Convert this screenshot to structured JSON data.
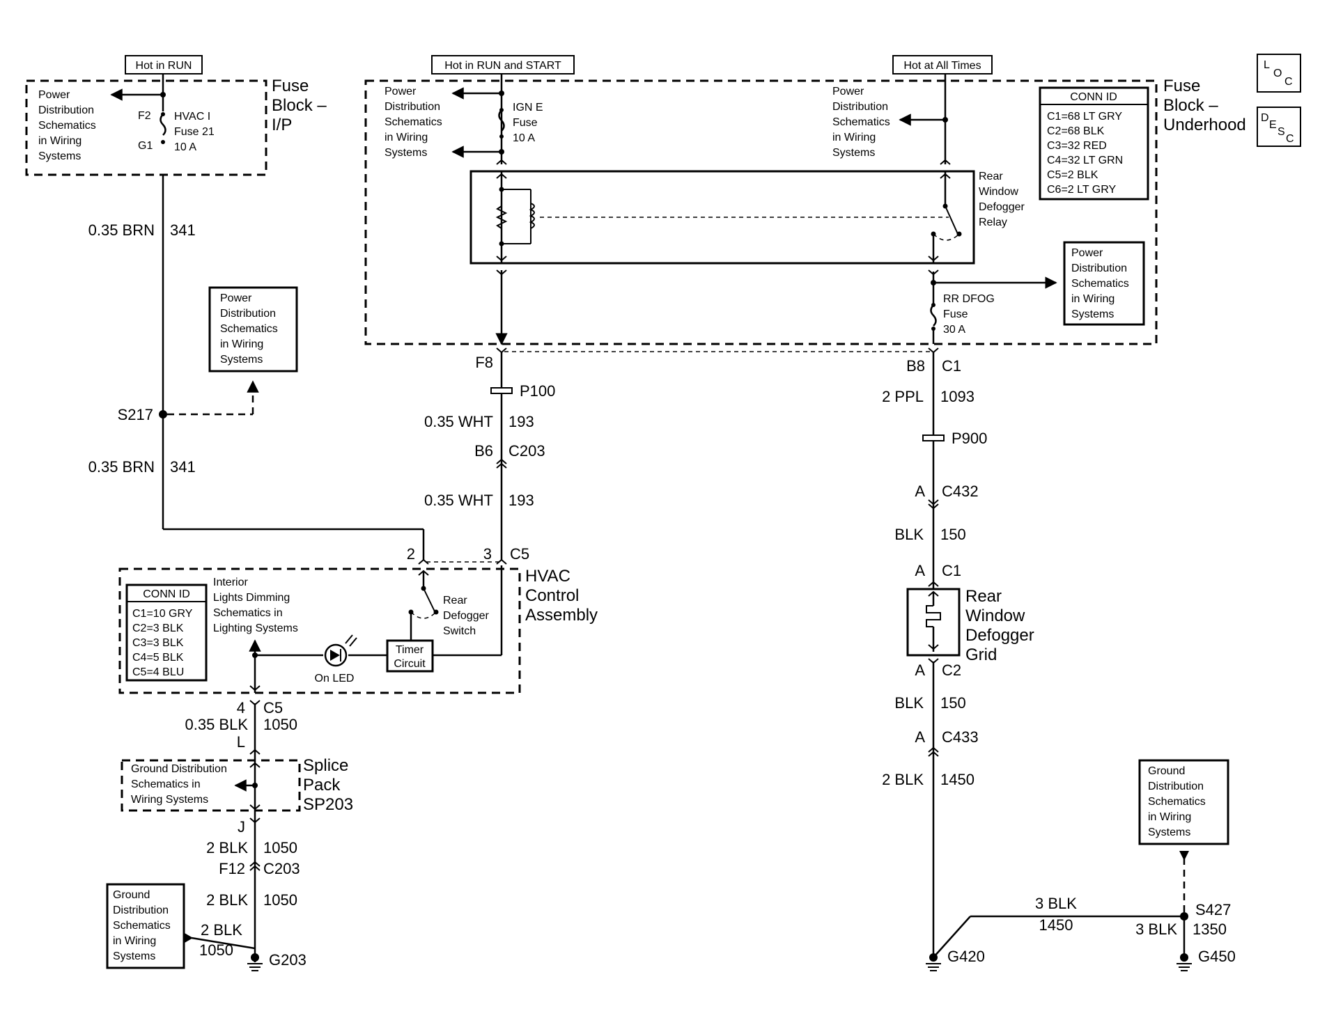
{
  "headers": {
    "run": "Hot in RUN",
    "run_start": "Hot in RUN and START",
    "all_times": "Hot at All Times"
  },
  "nav_icons": {
    "loc": [
      "L",
      "O",
      "C"
    ],
    "desc": [
      "D",
      "E",
      "S",
      "C"
    ]
  },
  "fuse_block_ip": {
    "title": [
      "Fuse",
      "Block –",
      "I/P"
    ],
    "pd_ref": [
      "Power",
      "Distribution",
      "Schematics",
      "in Wiring",
      "Systems"
    ],
    "f2": "F2",
    "g1": "G1",
    "fuse_label": [
      "HVAC I",
      "Fuse 21",
      "10 A"
    ]
  },
  "fuse_block_underhood": {
    "title": [
      "Fuse",
      "Block –",
      "Underhood"
    ],
    "pd_ref_left": [
      "Power",
      "Distribution",
      "Schematics",
      "in Wiring",
      "Systems"
    ],
    "pd_ref_right": [
      "Power",
      "Distribution",
      "Schematics",
      "in Wiring",
      "Systems"
    ],
    "ign_fuse": [
      "IGN E",
      "Fuse",
      "10 A"
    ],
    "relay_label": [
      "Rear",
      "Window",
      "Defogger",
      "Relay"
    ],
    "rr_fuse": [
      "RR DFOG",
      "Fuse",
      "30 A"
    ],
    "conn_id": {
      "title": "CONN ID",
      "items": [
        "C1=68 LT GRY",
        "C2=68 BLK",
        "C3=32 RED",
        "C4=32 LT GRN",
        "C5=2 BLK",
        "C6=2 LT GRY"
      ]
    }
  },
  "pd_boxes": {
    "mid_left": [
      "Power",
      "Distribution",
      "Schematics",
      "in Wiring",
      "Systems"
    ],
    "right": [
      "Power",
      "Distribution",
      "Schematics",
      "in Wiring",
      "Systems"
    ]
  },
  "left_circuit": {
    "wire1_gauge": "0.35 BRN",
    "wire1_num": "341",
    "splice": "S217",
    "wire2_gauge": "0.35 BRN",
    "wire2_num": "341"
  },
  "center_circuit": {
    "pin_f8": "F8",
    "p100": "P100",
    "wire1_gauge": "0.35 WHT",
    "wire1_num": "193",
    "pin_b6": "B6",
    "conn_c203": "C203",
    "wire2_gauge": "0.35 WHT",
    "wire2_num": "193"
  },
  "hvac": {
    "pin2": "2",
    "pin3": "3",
    "conn_c5": "C5",
    "title": [
      "HVAC",
      "Control",
      "Assembly"
    ],
    "conn_id": {
      "title": "CONN ID",
      "items": [
        "C1=10 GRY",
        "C2=3 BLK",
        "C3=3 BLK",
        "C4=5 BLK",
        "C5=4 BLU"
      ]
    },
    "dimming_ref": [
      "Interior",
      "Lights Dimming",
      "Schematics in",
      "Lighting Systems"
    ],
    "switch_label": [
      "Rear",
      "Defogger",
      "Switch"
    ],
    "timer": [
      "Timer",
      "Circuit"
    ],
    "led": "On LED"
  },
  "ground_left": {
    "pin4": "4",
    "c5": "C5",
    "wire1_gauge": "0.35 BLK",
    "wire1_num": "1050",
    "pin_l": "L",
    "splice_gd_ref": [
      "Ground Distribution",
      "Schematics in",
      "Wiring Systems"
    ],
    "splice_pack": [
      "Splice",
      "Pack",
      "SP203"
    ],
    "pin_j": "J",
    "wire2_gauge": "2 BLK",
    "wire2_num": "1050",
    "pin_f12": "F12",
    "conn_c203": "C203",
    "wire3_gauge": "2 BLK",
    "wire3_num": "1050",
    "gd_ref": [
      "Ground",
      "Distribution",
      "Schematics",
      "in Wiring",
      "Systems"
    ],
    "wire4_gauge": "2 BLK",
    "wire4_num": "1050",
    "ground": "G203"
  },
  "right_circuit": {
    "pin_b8": "B8",
    "c1": "C1",
    "wire1_gauge": "2 PPL",
    "wire1_num": "1093",
    "p900": "P900",
    "pin_a1": "A",
    "c432": "C432",
    "wire2_gauge": "BLK",
    "wire2_num": "150",
    "pin_a2": "A",
    "grid_c1": "C1",
    "grid_label": [
      "Rear",
      "Window",
      "Defogger",
      "Grid"
    ],
    "pin_a3": "A",
    "grid_c2": "C2",
    "wire3_gauge": "BLK",
    "wire3_num": "150",
    "pin_a4": "A",
    "c433": "C433",
    "wire4_gauge": "2 BLK",
    "wire4_num": "1450",
    "g420": "G420",
    "wire5_gauge": "3 BLK",
    "wire5_num": "1450",
    "s427": "S427",
    "wire6_gauge": "3 BLK",
    "wire6_num": "1350",
    "g450": "G450",
    "gd_ref": [
      "Ground",
      "Distribution",
      "Schematics",
      "in Wiring",
      "Systems"
    ]
  }
}
